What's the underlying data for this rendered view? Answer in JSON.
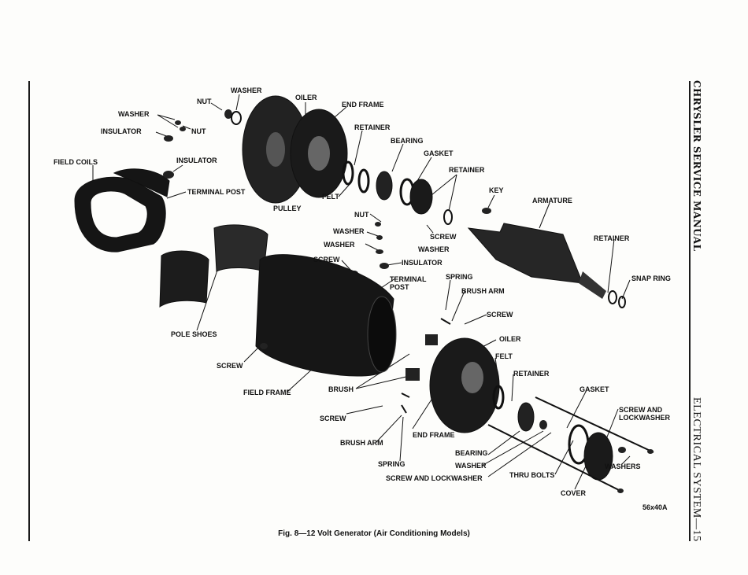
{
  "sidebar": {
    "manual_title": "CHRYSLER SERVICE MANUAL",
    "section_title": "ELECTRICAL SYSTEM—15"
  },
  "figure": {
    "caption": "Fig. 8—12 Volt Generator (Air Conditioning Models)",
    "code": "56x40A"
  },
  "labels": {
    "washer_top": "WASHER",
    "nut_top": "NUT",
    "oiler_top": "OILER",
    "end_frame_top": "END FRAME",
    "washer_left": "WASHER",
    "insulator_left": "INSULATOR",
    "nut_left": "NUT",
    "retainer_top": "RETAINER",
    "bearing_top": "BEARING",
    "gasket_top": "GASKET",
    "field_coils": "FIELD COILS",
    "insulator_mid": "INSULATOR",
    "terminal_post_top": "TERMINAL POST",
    "retainer_mid": "RETAINER",
    "key": "KEY",
    "armature": "ARMATURE",
    "felt_top": "FELT",
    "pulley": "PULLEY",
    "nut_mid": "NUT",
    "washer_mid1": "WASHER",
    "screw_mid": "SCREW",
    "washer_mid2": "WASHER",
    "washer_mid3": "WASHER",
    "retainer_right": "RETAINER",
    "screw_left": "SCREW",
    "insulator_low": "INSULATOR",
    "terminal_post_low": "TERMINAL\nPOST",
    "spring_top": "SPRING",
    "snap_ring": "SNAP RING",
    "brush_arm_top": "BRUSH ARM",
    "screw_right": "SCREW",
    "pole_shoes": "POLE SHOES",
    "oiler_low": "OILER",
    "felt_low": "FELT",
    "screw_bottom_left": "SCREW",
    "retainer_low": "RETAINER",
    "gasket_low": "GASKET",
    "field_frame": "FIELD FRAME",
    "brush": "BRUSH",
    "screw_and_lockwasher_right": "SCREW AND\nLOCKWASHER",
    "screw_low": "SCREW",
    "end_frame_low": "END FRAME",
    "brush_arm_low": "BRUSH ARM",
    "bearing_low": "BEARING",
    "spring_low": "SPRING",
    "washer_low": "WASHER",
    "washers": "WASHERS",
    "screw_and_lockwasher_low": "SCREW AND LOCKWASHER",
    "thru_bolts": "THRU BOLTS",
    "cover": "COVER"
  }
}
